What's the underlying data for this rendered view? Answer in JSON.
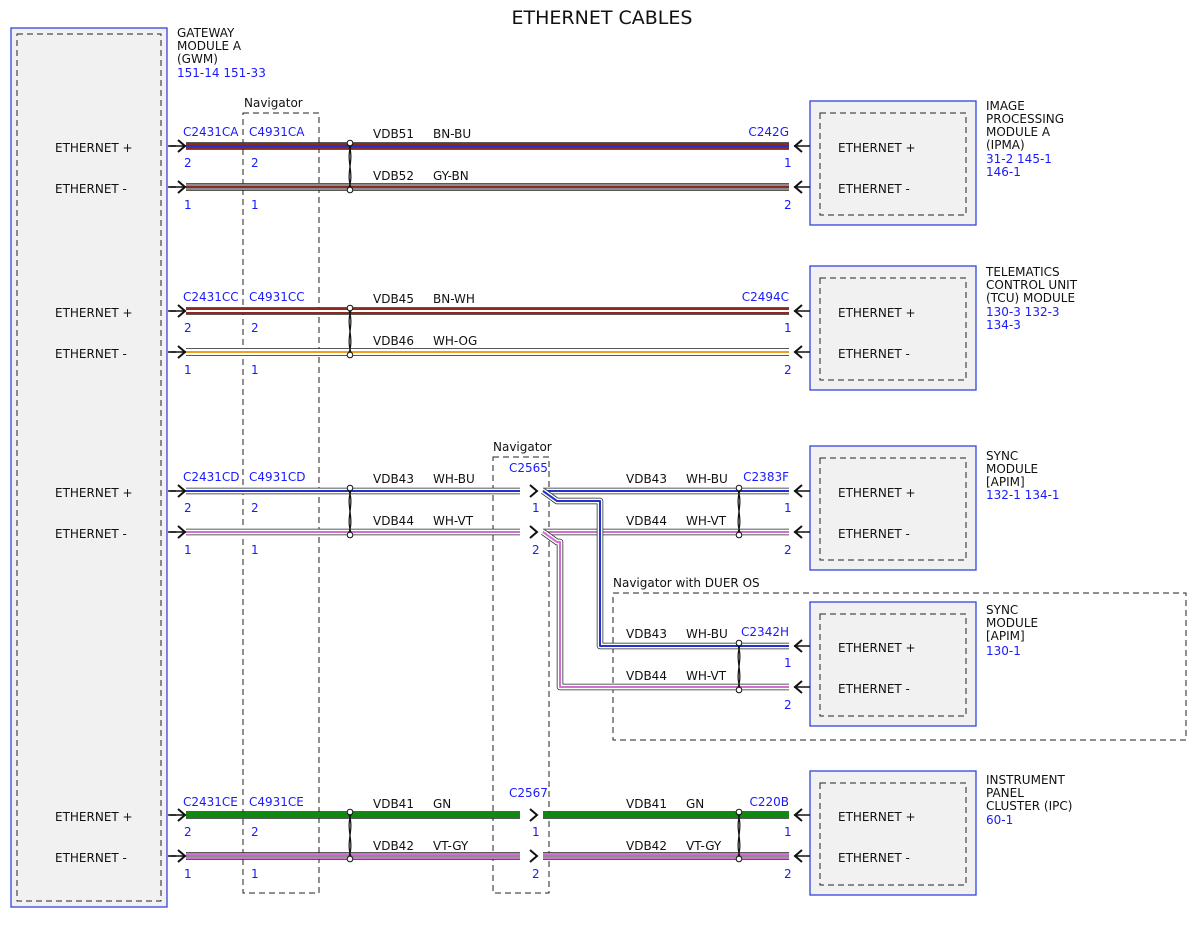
{
  "title": "ETHERNET CABLES",
  "colors": {
    "module_border": "#3344dd",
    "module_fill": "#f1f1f1",
    "ref_text": "#1a1aff",
    "BN": "#8b2a1f",
    "BU": "#2233cc",
    "GY": "#8c8c8c",
    "WH": "#ffffff",
    "OG": "#f0a020",
    "VT": "#d070d0",
    "GN": "#118811"
  },
  "gateway": {
    "name_lines": [
      "GATEWAY",
      "MODULE A",
      "(GWM)"
    ],
    "refs": "151-14  151-33",
    "pins": [
      {
        "label": "ETHERNET +"
      },
      {
        "label": "ETHERNET -"
      },
      {
        "label": "ETHERNET +"
      },
      {
        "label": "ETHERNET -"
      },
      {
        "label": "ETHERNET +"
      },
      {
        "label": "ETHERNET -"
      },
      {
        "label": "ETHERNET +"
      },
      {
        "label": "ETHERNET -"
      }
    ]
  },
  "navigator_labels": {
    "left": "Navigator",
    "mid": "Navigator",
    "duer": "Navigator with DUER OS"
  },
  "modules": [
    {
      "name_lines": [
        "IMAGE",
        "PROCESSING",
        "MODULE A",
        "(IPMA)"
      ],
      "ref_lines": [
        "31-2    145-1",
        "146-1"
      ],
      "pin_plus": "ETHERNET +",
      "pin_minus": "ETHERNET -"
    },
    {
      "name_lines": [
        "TELEMATICS",
        "CONTROL UNIT",
        "(TCU) MODULE"
      ],
      "ref_lines": [
        "130-3  132-3",
        "134-3"
      ],
      "pin_plus": "ETHERNET +",
      "pin_minus": "ETHERNET -"
    },
    {
      "name_lines": [
        "SYNC",
        "MODULE",
        "[APIM]"
      ],
      "ref_lines": [
        "132-1  134-1"
      ],
      "pin_plus": "ETHERNET +",
      "pin_minus": "ETHERNET -"
    },
    {
      "name_lines": [
        "SYNC",
        "MODULE",
        "[APIM]"
      ],
      "ref_lines": [
        "130-1"
      ],
      "pin_plus": "ETHERNET +",
      "pin_minus": "ETHERNET -"
    },
    {
      "name_lines": [
        "INSTRUMENT",
        "PANEL",
        "CLUSTER (IPC)"
      ],
      "ref_lines": [
        "60-1"
      ],
      "pin_plus": "ETHERNET +",
      "pin_minus": "ETHERNET -"
    }
  ],
  "connectors": [
    {
      "left": "C2431CA",
      "mid": "C4931CA",
      "right": "C242G"
    },
    {
      "left": "C2431CC",
      "mid": "C4931CC",
      "right": "C2494C"
    },
    {
      "left": "C2431CD",
      "mid": "C4931CD",
      "inline": "C2565",
      "right": "C2383F"
    },
    {
      "right": "C2342H"
    },
    {
      "left": "C2431CE",
      "mid": "C4931CE",
      "inline": "C2567",
      "right": "C220B"
    }
  ],
  "pin_numbers": {
    "plus": "2",
    "minus": "1",
    "right_plus": "1",
    "right_minus": "2"
  },
  "wires": [
    {
      "circuit": "VDB51",
      "color": "BN-BU"
    },
    {
      "circuit": "VDB52",
      "color": "GY-BN"
    },
    {
      "circuit": "VDB45",
      "color": "BN-WH"
    },
    {
      "circuit": "VDB46",
      "color": "WH-OG"
    },
    {
      "circuit": "VDB43",
      "color": "WH-BU"
    },
    {
      "circuit": "VDB44",
      "color": "WH-VT"
    },
    {
      "circuit": "VDB43",
      "color": "WH-BU"
    },
    {
      "circuit": "VDB44",
      "color": "WH-VT"
    },
    {
      "circuit": "VDB43",
      "color": "WH-BU"
    },
    {
      "circuit": "VDB44",
      "color": "WH-VT"
    },
    {
      "circuit": "VDB41",
      "color": "GN"
    },
    {
      "circuit": "VDB42",
      "color": "VT-GY"
    },
    {
      "circuit": "VDB41",
      "color": "GN"
    },
    {
      "circuit": "VDB42",
      "color": "VT-GY"
    }
  ]
}
